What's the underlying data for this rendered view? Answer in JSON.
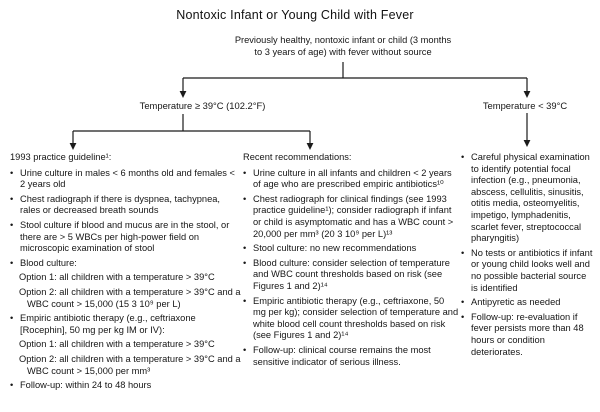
{
  "title": "Nontoxic Infant or Young Child with Fever",
  "root": {
    "line1": "Previously healthy, nontoxic infant or child (3 months",
    "line2": "to 3 years of age) with fever without source"
  },
  "branches": {
    "high_temp_label": "Temperature ≥ 39°C (102.2°F)",
    "low_temp_label": "Temperature < 39°C"
  },
  "columns": [
    {
      "header": "1993 practice guideline¹:",
      "items": [
        {
          "kind": "bullet",
          "text": "Urine culture in males < 6 months old and females < 2 years old"
        },
        {
          "kind": "bullet",
          "text": "Chest radiograph if there is dyspnea, tachypnea, rales or decreased breath sounds"
        },
        {
          "kind": "bullet",
          "text": "Stool culture if blood and mucus are in the stool, or there are > 5 WBCs per high-power field on microscopic examination of stool"
        },
        {
          "kind": "bullet",
          "text": "Blood culture:"
        },
        {
          "kind": "option",
          "text": "Option 1: all children with a temperature > 39°C"
        },
        {
          "kind": "option",
          "text": "Option 2: all children with a temperature > 39°C and a WBC count > 15,000 (15 3 10⁹ per L)"
        },
        {
          "kind": "bullet",
          "text": "Empiric antibiotic therapy (e.g., ceftriaxone [Rocephin], 50 mg per kg IM or IV):"
        },
        {
          "kind": "option",
          "text": "Option 1: all children with a temperature > 39°C"
        },
        {
          "kind": "option",
          "text": "Option 2: all children with a temperature > 39°C and a WBC count > 15,000 per mm³"
        },
        {
          "kind": "bullet",
          "text": "Follow-up: within 24 to 48 hours"
        }
      ]
    },
    {
      "header": "Recent recommendations:",
      "items": [
        {
          "kind": "bullet",
          "text": "Urine culture in all infants and children < 2 years of age who are prescribed empiric antibiotics¹⁰"
        },
        {
          "kind": "bullet",
          "text": "Chest radiograph for clinical findings (see 1993 practice guideline¹); consider radiograph if infant or child is asymptomatic and has a WBC count > 20,000 per mm³ (20 3 10⁹ per L)¹³"
        },
        {
          "kind": "bullet",
          "text": "Stool culture: no new recommendations"
        },
        {
          "kind": "bullet",
          "text": "Blood culture: consider selection of temperature and WBC count thresholds based on risk (see Figures 1 and 2)¹⁴"
        },
        {
          "kind": "bullet",
          "text": "Empiric antibiotic therapy (e.g., ceftriaxone, 50 mg per kg); consider selection of temperature and white blood cell count thresholds based on risk (see Figures 1 and 2)¹⁴"
        },
        {
          "kind": "bullet",
          "text": "Follow-up: clinical course remains the most sensitive indicator of serious illness."
        }
      ]
    },
    {
      "header": "",
      "items": [
        {
          "kind": "bullet",
          "text": "Careful physical examination to identify potential focal infection (e.g., pneumonia, abscess, cellulitis, sinusitis, otitis media, osteomyelitis, impetigo, lymphadenitis, scarlet fever, streptococcal pharyngitis)"
        },
        {
          "kind": "bullet",
          "text": "No tests or antibiotics if infant or young child looks well and no possible bacterial source is identified"
        },
        {
          "kind": "bullet",
          "text": "Antipyretic as needed"
        },
        {
          "kind": "bullet",
          "text": "Follow-up: re-evaluation if fever persists more than 48 hours or condition deteriorates."
        }
      ]
    }
  ],
  "line_color": "#1b1b1b"
}
